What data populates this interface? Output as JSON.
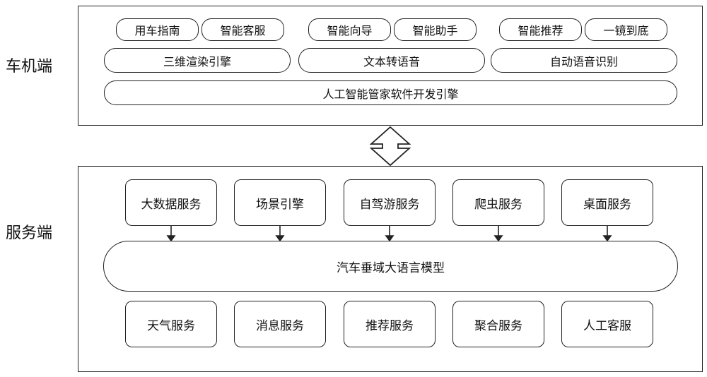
{
  "client": {
    "label": "车机端",
    "apps": [
      "用车指南",
      "智能客服",
      "智能向导",
      "智能助手",
      "智能推荐",
      "一镜到底"
    ],
    "engines": [
      "三维渲染引擎",
      "文本转语音",
      "自动语音识别"
    ],
    "framework": "人工智能管家软件开发引擎"
  },
  "server": {
    "label": "服务端",
    "upper_services": [
      "大数据服务",
      "场景引擎",
      "自驾游服务",
      "爬虫服务",
      "桌面服务"
    ],
    "model": "汽车垂域大语言模型",
    "lower_services": [
      "天气服务",
      "消息服务",
      "推荐服务",
      "聚合服务",
      "人工客服"
    ]
  }
}
